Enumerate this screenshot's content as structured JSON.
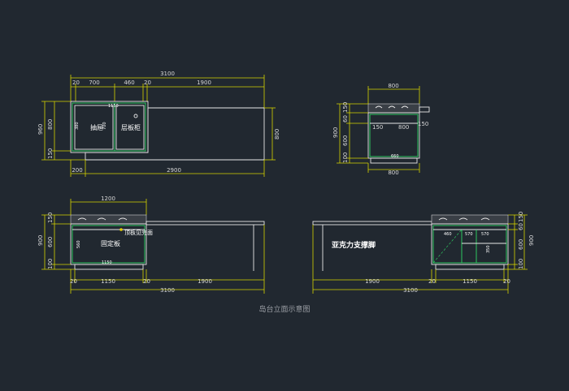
{
  "caption": "岛台立面示意图",
  "colors": {
    "background": "#212830",
    "dimension": "#d6d200",
    "outline": "#e8e8e8",
    "green": "#2fd866"
  },
  "plan": {
    "top_total": "3100",
    "top_segments": [
      "20",
      "700",
      "460",
      "20",
      "1900"
    ],
    "left_outer": "960",
    "left_inner": [
      "800",
      "150"
    ],
    "right": "800",
    "bottom": [
      "200",
      "2900"
    ],
    "labels": {
      "drawer": "抽屉",
      "shelf": "层板柜",
      "inner_v": "700",
      "inner_h": "1150",
      "side": "380"
    }
  },
  "side_view": {
    "top": "800",
    "left_outer": "900",
    "left_inner": [
      "150",
      "60",
      "600",
      "100"
    ],
    "inner_row": [
      "150",
      "800",
      "150"
    ],
    "bottom": "800",
    "small": "660"
  },
  "front_left": {
    "top": "1200",
    "left_outer": "900",
    "left_inner": [
      "150",
      "600",
      "100"
    ],
    "labels": {
      "fixed": "固定板",
      "note": "顶板见完面",
      "inner": "1150",
      "side": "560"
    },
    "bottom_segments": [
      "20",
      "1150",
      "20",
      "1900"
    ],
    "bottom_total": "3100"
  },
  "front_right": {
    "label": "亚克力支撑脚",
    "right_outer": "900",
    "right_inner": [
      "150",
      "60",
      "600",
      "100"
    ],
    "inner": [
      "460",
      "570",
      "570",
      "350"
    ],
    "bottom_segments": [
      "1900",
      "20",
      "1150",
      "20"
    ],
    "bottom_total": "3100"
  }
}
